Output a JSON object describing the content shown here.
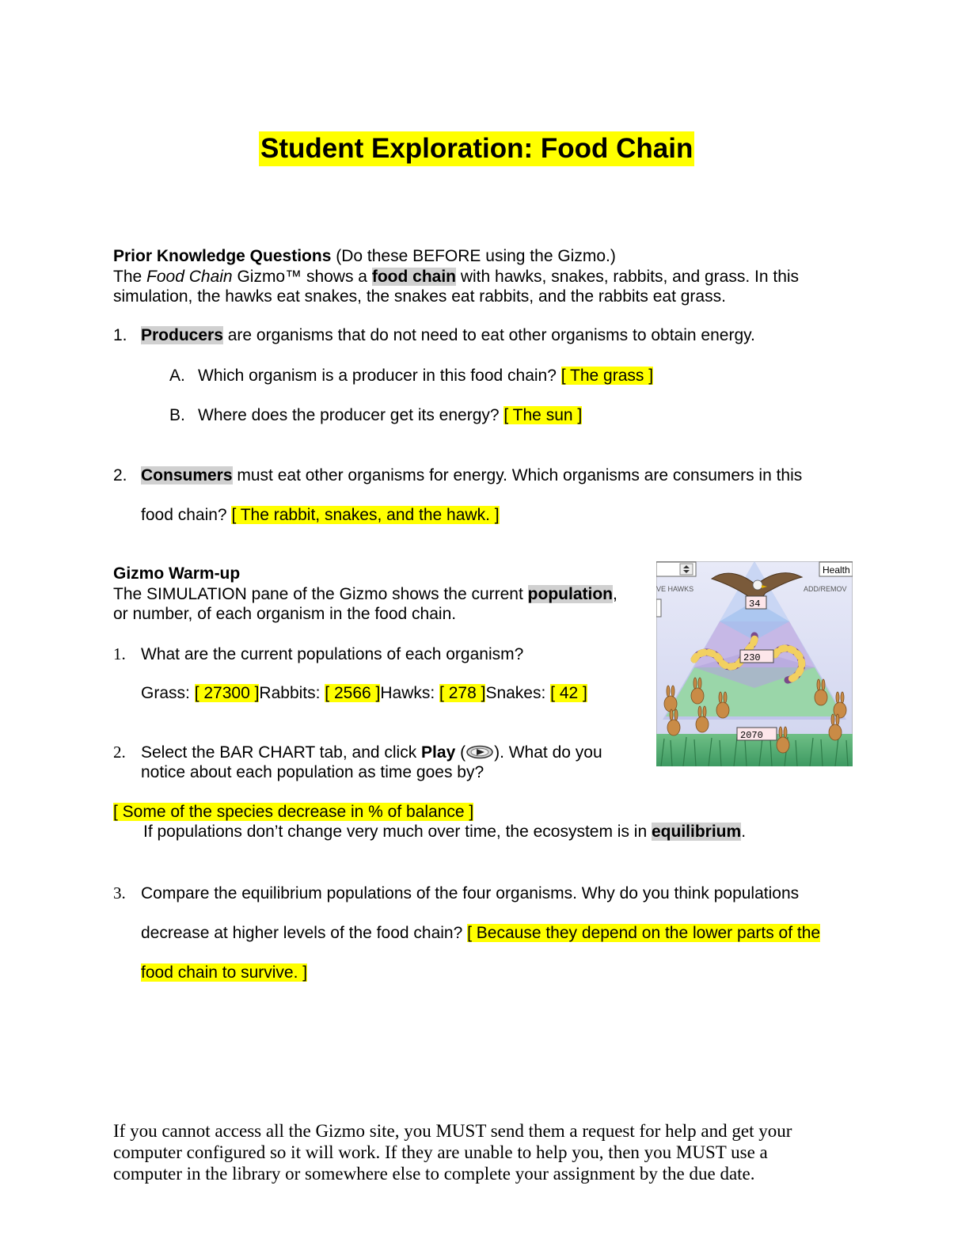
{
  "title": "Student Exploration: Food Chain",
  "prior": {
    "heading": "Prior Knowledge Questions",
    "heading_note": " (Do these BEFORE using the Gizmo.)",
    "intro_1": "The ",
    "intro_italic": "Food Chain",
    "intro_2": " Gizmo™ shows a ",
    "intro_term": "food chain",
    "intro_3": " with hawks, snakes, rabbits, and grass. In this",
    "intro_line2": "simulation, the hawks eat snakes, the snakes eat rabbits, and the rabbits eat grass.",
    "q1_num": "1.",
    "q1_term": "Producers",
    "q1_text": " are organisms that do not need to eat other organisms to obtain energy.",
    "q1a_letter": "A.",
    "q1a_text": "Which organism is a producer in this food chain? ",
    "q1a_answer": "[ The grass  ]",
    "q1b_letter": "B.",
    "q1b_text": "Where does the producer get its energy? ",
    "q1b_answer": "[  The sun ]",
    "q2_num": "2.",
    "q2_term": "Consumers",
    "q2_text": " must eat other organisms for energy. Which organisms are consumers in this",
    "q2_line2": "food chain? ",
    "q2_answer": "[ The rabbit, snakes, and the hawk.  ]"
  },
  "warmup": {
    "heading": "Gizmo Warm-up",
    "intro_1": "The SIMULATION pane of the Gizmo shows the current ",
    "intro_term": "population",
    "intro_2": ",",
    "intro_line2": "or number, of each organism in the food chain.",
    "q1_num": "1.",
    "q1_text": "What are the current populations of each organism?",
    "grass_label": "Grass: ",
    "grass_value": "[ 27300  ]",
    "rabbits_label": "Rabbits: ",
    "rabbits_value": "[  2566 ]",
    "hawks_label": "Hawks: ",
    "hawks_value": "[ 278  ]",
    "snakes_label": "Snakes: ",
    "snakes_value": "[ 42  ]",
    "q2_num": "2.",
    "q2_text_1": "Select the BAR CHART tab, and click ",
    "q2_play": "Play",
    "q2_text_2": " (",
    "q2_text_3": "). What do you",
    "q2_line2": "notice about each population as time goes by?",
    "q2_answer": "[ Some of the species decrease in % of balance  ]",
    "eq_text": "If populations don’t change very much over time, the ecosystem is in ",
    "eq_term": "equilibrium",
    "eq_end": ".",
    "q3_num": "3.",
    "q3_text": "Compare the equilibrium populations of the four organisms. Why do you think populations",
    "q3_line2": "decrease at higher levels of the food chain? ",
    "q3_answer_1": "[ Because they depend on the lower parts of the",
    "q3_answer_2": "food chain to survive.  ]"
  },
  "figure": {
    "tab_label": "Health",
    "left_label": "VE HAWKS",
    "right_label": "ADD/REMOV",
    "hawk_count": "34",
    "snake_count": "230",
    "rabbit_count": "2070"
  },
  "footer": {
    "line1": "If you cannot access all the Gizmo site, you MUST send them a request for help and get your",
    "line2": "computer configured so it will work. If they are unable to help you, then you MUST use a",
    "line3": "computer in the library or somewhere else to complete your assignment by the due date."
  }
}
